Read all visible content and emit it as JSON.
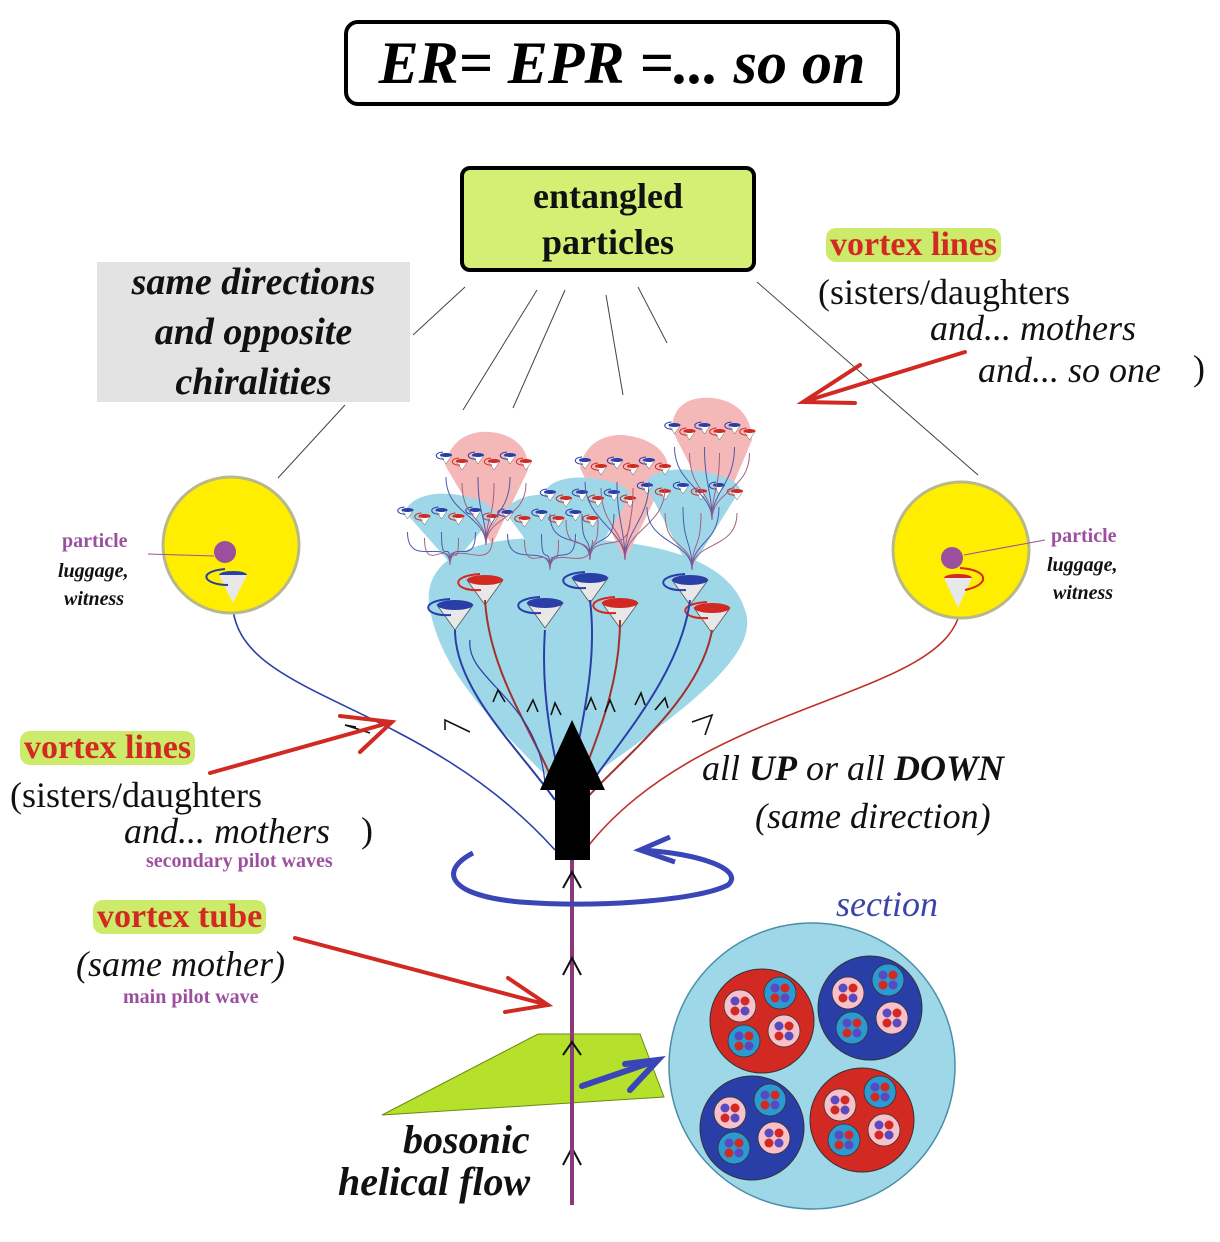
{
  "title": "ER= EPR =... so on",
  "entangled": {
    "line1": "entangled",
    "line2": "particles"
  },
  "same_directions": {
    "line1": "same directions",
    "line2": "and opposite",
    "line3": "chiralities"
  },
  "vortex_lines_right": {
    "label": "vortex lines",
    "line1": "(sisters/daughters",
    "line2": "and... mothers",
    "line3": "and... so one",
    "close": ")"
  },
  "vortex_lines_left": {
    "label": "vortex lines",
    "line1": "(sisters/daughters",
    "line2": "and... mothers",
    "close": ")",
    "sub": "secondary pilot waves"
  },
  "vortex_tube": {
    "label": "vortex tube",
    "line1": "(same mother)",
    "sub": "main pilot wave"
  },
  "particle_left": {
    "label": "particle",
    "line1": "luggage,",
    "line2": "witness"
  },
  "particle_right": {
    "label": "particle",
    "line1": "luggage,",
    "line2": "witness"
  },
  "direction": {
    "pre": "all ",
    "up": "UP",
    "mid": " or all ",
    "down": "DOWN",
    "line2": "(same direction)"
  },
  "section_label": "section",
  "bosonic": {
    "line1": "bosonic",
    "line2": "helical flow"
  },
  "colors": {
    "accent_red": "#d22a22",
    "highlight_green": "#cdeb6a",
    "box_green": "#d4ef74",
    "light_blue": "#9ed8e8",
    "pink": "#f5b8b8",
    "dark_blue": "#3a45b8",
    "purple": "#9b4f9e",
    "yellow": "#ffee00"
  }
}
